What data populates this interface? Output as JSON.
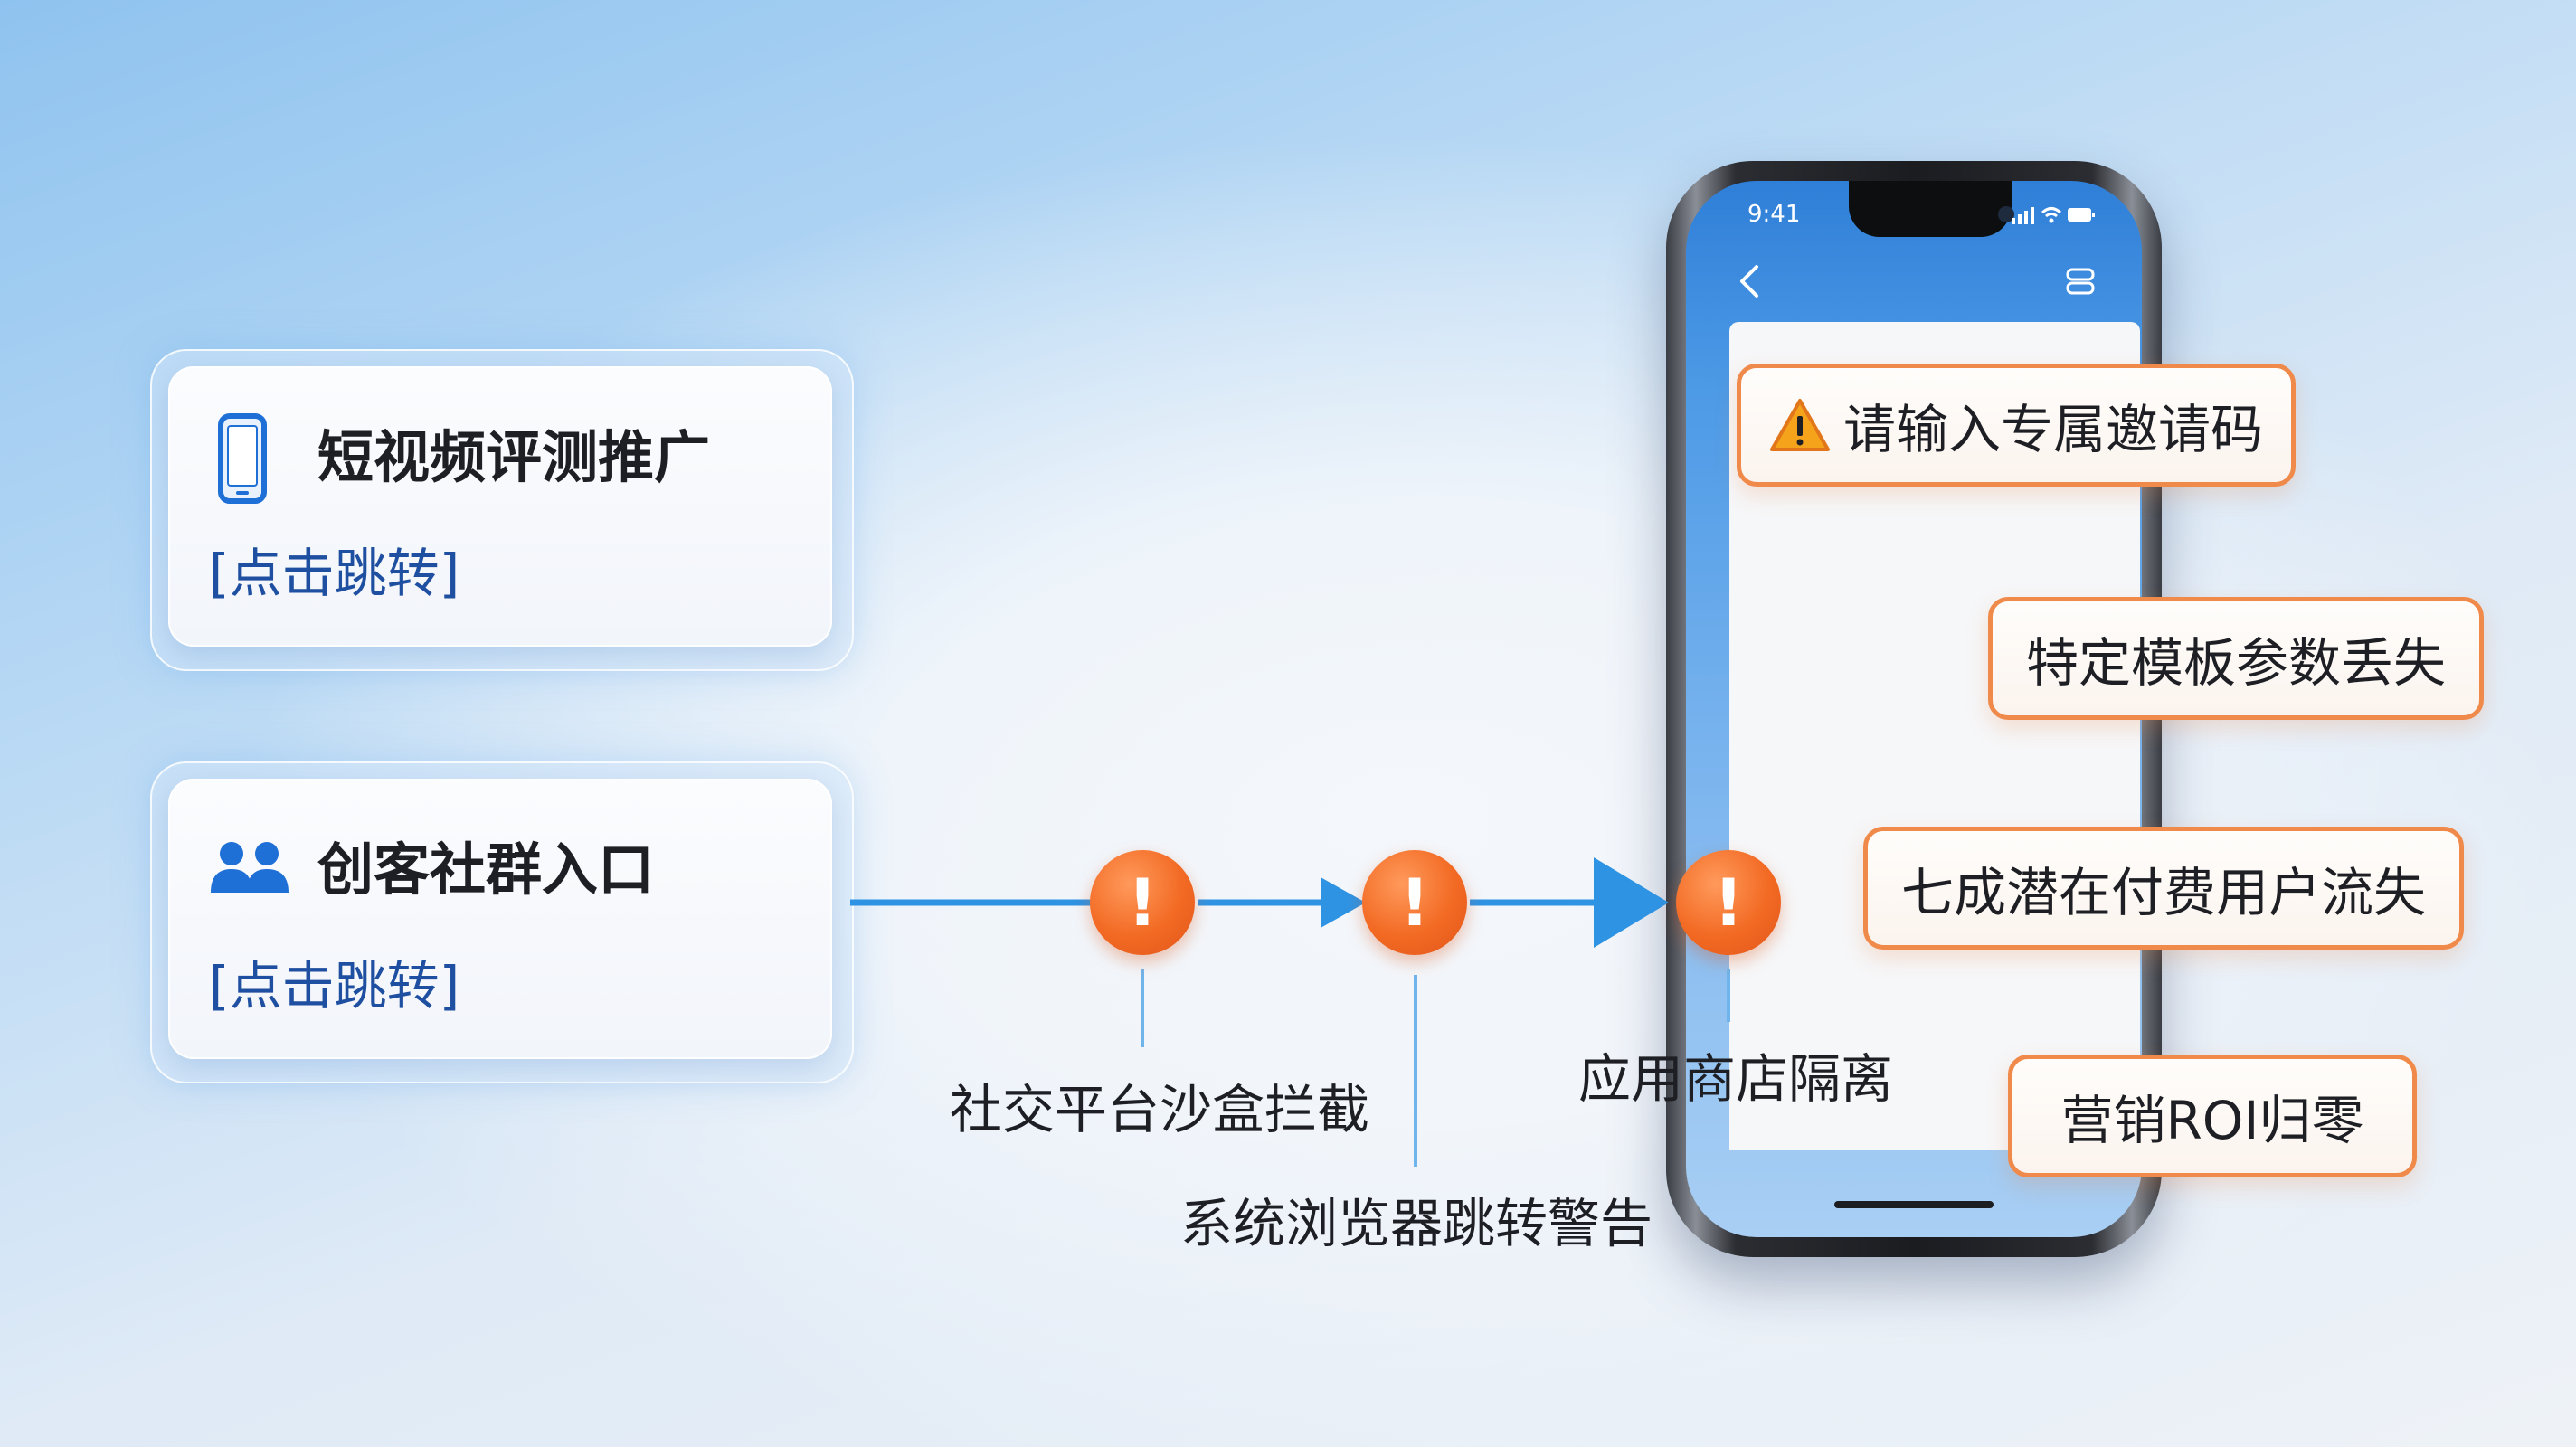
{
  "sources": [
    {
      "title": "短视频评测推广",
      "link": "[点击跳转]",
      "icon": "phone-icon",
      "icon_color": "#1e6fd6"
    },
    {
      "title": "创客社群入口",
      "link": "[点击跳转]",
      "icon": "group-users-icon",
      "icon_color": "#1e6fd6"
    }
  ],
  "flow": {
    "alert_glyph": "!",
    "line_color": "#2f93e3",
    "alert_color": "#f26a23",
    "steps": [
      {
        "label": "社交平台沙盒拦截"
      },
      {
        "label": "系统浏览器跳转警告"
      },
      {
        "label": "应用商店隔离"
      }
    ]
  },
  "phone": {
    "status_time": "9:41"
  },
  "consequences": [
    {
      "text": "请输入专属邀请码",
      "icon": "warning-triangle-icon"
    },
    {
      "text": "特定模板参数丢失"
    },
    {
      "text": "七成潜在付费用户流失"
    },
    {
      "text": "营销ROI归零"
    }
  ],
  "colors": {
    "accent_orange": "#f08a4b",
    "link_blue": "#1f4fa0"
  }
}
